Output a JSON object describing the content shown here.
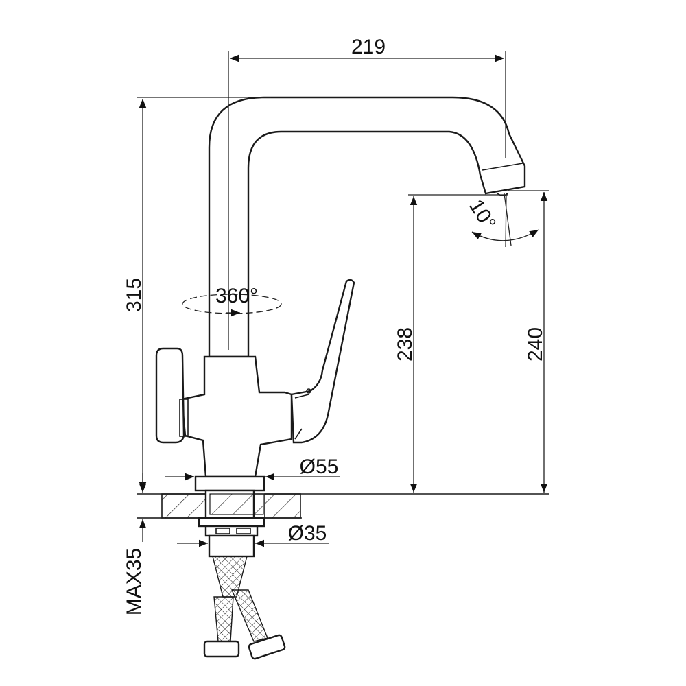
{
  "dimensions": {
    "width_top": "219",
    "total_height": "315",
    "rotation": "360°",
    "spout_angle": "10°",
    "spout_height_left": "238",
    "spout_height_right": "240",
    "base_diameter": "Ø55",
    "thread_diameter": "Ø35",
    "max_counter_thickness": "MAX35"
  },
  "colors": {
    "line": "#1a1a1a",
    "background": "#ffffff"
  }
}
